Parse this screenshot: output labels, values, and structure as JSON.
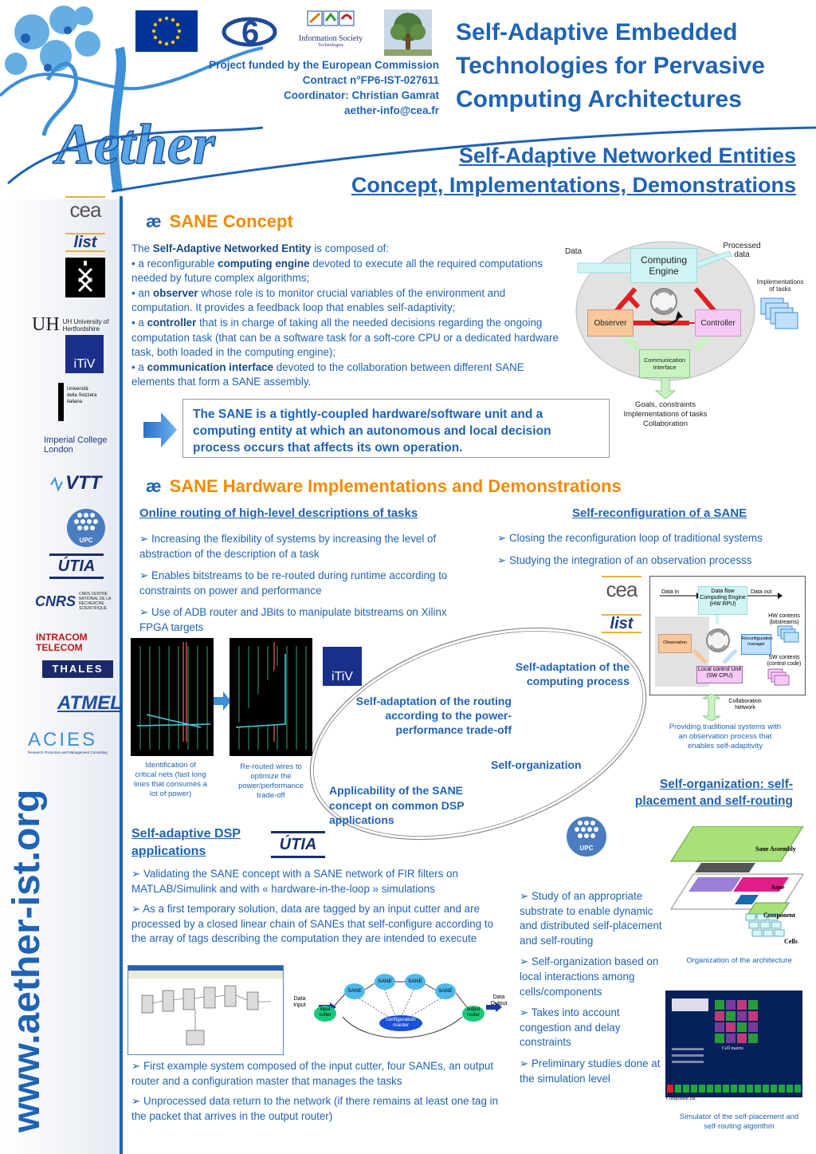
{
  "header": {
    "funded": "Project funded by the European Commission",
    "contract": "Contract n°FP6-IST-027611",
    "coordinator": "Coordinator: Christian Gamrat",
    "email": "aether-info@cea.fr",
    "title_l1": "Self-Adaptive Embedded",
    "title_l2": "Technologies for Pervasive",
    "title_l3": "Computing Architectures",
    "logo_word": "Aether",
    "ist_logo_l1": "Information Society",
    "ist_logo_l2": "Technologies"
  },
  "subtitle": {
    "l1": "Self-Adaptive Networked Entities",
    "l2": "Concept, Implementations, Demonstrations"
  },
  "side": {
    "url": "www.aether-ist.org",
    "partners": [
      "cea",
      "list",
      "UH University of Hertfordshire",
      "ITIV",
      "Università della Svizzera italiana",
      "Imperial College London",
      "VTT",
      "UPC",
      "ÚTIA",
      "CNRS CENTRE NATIONAL DE LA RECHERCHE SCIENTIFIQUE",
      "INTRACOM TELECOM",
      "THALES",
      "ATMEL",
      "ACIES",
      "Research Promotion and Management Consulting"
    ]
  },
  "concept": {
    "marker": "æ",
    "heading": "SANE Concept",
    "intro_a": "The ",
    "intro_b": "Self-Adaptive Networked Entity",
    "intro_c": " is composed of:",
    "b1_a": "• a reconfigurable ",
    "b1_b": "computing engine",
    "b1_c": " devoted to execute all the required computations needed by future complex algorithms;",
    "b2_a": "• an ",
    "b2_b": "observer",
    "b2_c": " whose role is to monitor crucial variables of the environment and computation. It provides a feedback loop that enables self-adaptivity;",
    "b3_a": "• a ",
    "b3_b": "controller",
    "b3_c": " that is in charge of taking all the needed decisions regarding the ongoing computation task (that can be a software task for a soft-core CPU or a dedicated hardware task, both loaded in the computing engine);",
    "b4_a": "• a ",
    "b4_b": "communication interface",
    "b4_c": " devoted to the collaboration between different SANE elements that form a SANE assembly.",
    "definition": "The SANE is a tightly-coupled hardware/software unit and a computing entity at which an autonomous and local decision process occurs that affects its own operation.",
    "diagram": {
      "data": "Data",
      "processed": "Processed data",
      "engine": "Computing Engine",
      "impl": "Implementations of tasks",
      "observer": "Observer",
      "controller": "Controller",
      "comm": "Communication Interface",
      "goals_l1": "Goals, constraints",
      "goals_l2": "Implementations of tasks",
      "goals_l3": "Collaboration"
    }
  },
  "hw": {
    "marker": "æ",
    "heading": "SANE Hardware Implementations and Demonstrations",
    "routing": {
      "title": "Online routing of high-level descriptions of tasks",
      "b1": "Increasing the flexibility of systems by increasing the level of abstraction of the description of a task",
      "b2": "Enables bitstreams to be re-routed during runtime according to constraints on power and performance",
      "b3": "Use of ADB router and JBits to manipulate bitstreams on Xilinx FPGA targets",
      "cap1": "Identification of critical nets (fast long lines that consumes a lot of power)",
      "cap2": "Re-routed wires to optimize the power/performance trade-off",
      "itiv": "iTiV"
    },
    "reconf": {
      "title": "Self-reconfiguration of a SANE",
      "b1": "Closing the reconfiguration loop of traditional systems",
      "b2": "Studying the integration of an observation processs",
      "caption": "Providing traditional systems with an observation process that enables self-adaptivity",
      "d_data_in": "Data in",
      "d_data_out": "Data out",
      "d_engine": "Data flow Computing Engine (HW RPU)",
      "d_hw": "HW contexts (bitstreams)",
      "d_observation": "Observation",
      "d_reconf": "Reconfiguration manager",
      "d_sw": "SW contexts (control code)",
      "d_local": "Local control Unit (SW CPU)",
      "d_collab": "Collaboration Network"
    },
    "ellipse": {
      "e1": "Self-adaptation of the computing process",
      "e2": "Self-adaptation of the routing according to the power-performance trade-off",
      "e3": "Self-organization",
      "e4": "Applicability of the SANE concept on common DSP applications"
    },
    "dsp": {
      "title_l1": "Self-adaptive DSP",
      "title_l2": "applications",
      "utia": "ÚTIA",
      "b1": "Validating the SANE concept with a SANE network of FIR filters on MATLAB/Simulink and with « hardware-in-the-loop » simulations",
      "b2": "As a first temporary solution, data are tagged by an input cutter and are processed by a closed linear chain of SANEs that self-configure according to the array of tags describing the computation they are intended to execute",
      "b3": "First example system composed of the input cutter, four SANEs, an output router and a configuration master that manages the tasks",
      "b4": "Unprocessed data return to the network (if there remains at least one tag in the packet that arrives in the output router)",
      "n_sane": "SANE",
      "n_data_in": "Data Input",
      "n_data_out": "Data Output",
      "n_cutter": "input cutter",
      "n_router": "output router",
      "n_master": "configuration master"
    },
    "selforg": {
      "title_l1": "Self-organization: self-",
      "title_l2": "placement and self-routing",
      "upc": "UPC",
      "b1": "Study of an appropriate substrate to enable dynamic and distributed self-placement and self-routing",
      "b2": "Self-organization based on local interactions among cells/components",
      "b3": "Takes into account congestion and delay constraints",
      "b4": "Preliminary studies done at the simulation level",
      "cap_arch": "Organization of the architecture",
      "cap_sim": "Simulator of the self-placement and self-routing algorithm",
      "l_assembly": "Sane Assembly",
      "l_sane": "Sane",
      "l_component": "Component",
      "l_cells": "Cells",
      "l_cellmatrix": "Cell matrix",
      "l_complist": "Component list"
    }
  }
}
